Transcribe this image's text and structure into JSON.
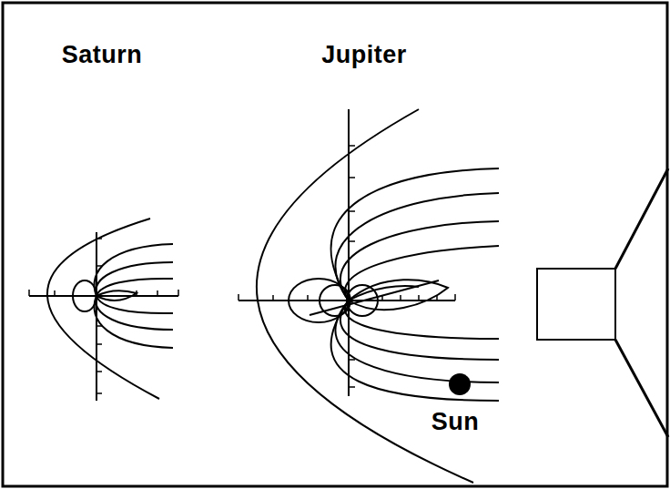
{
  "diagram": {
    "labels": [
      "Saturn",
      "Jupiter",
      "Sun"
    ]
  }
}
